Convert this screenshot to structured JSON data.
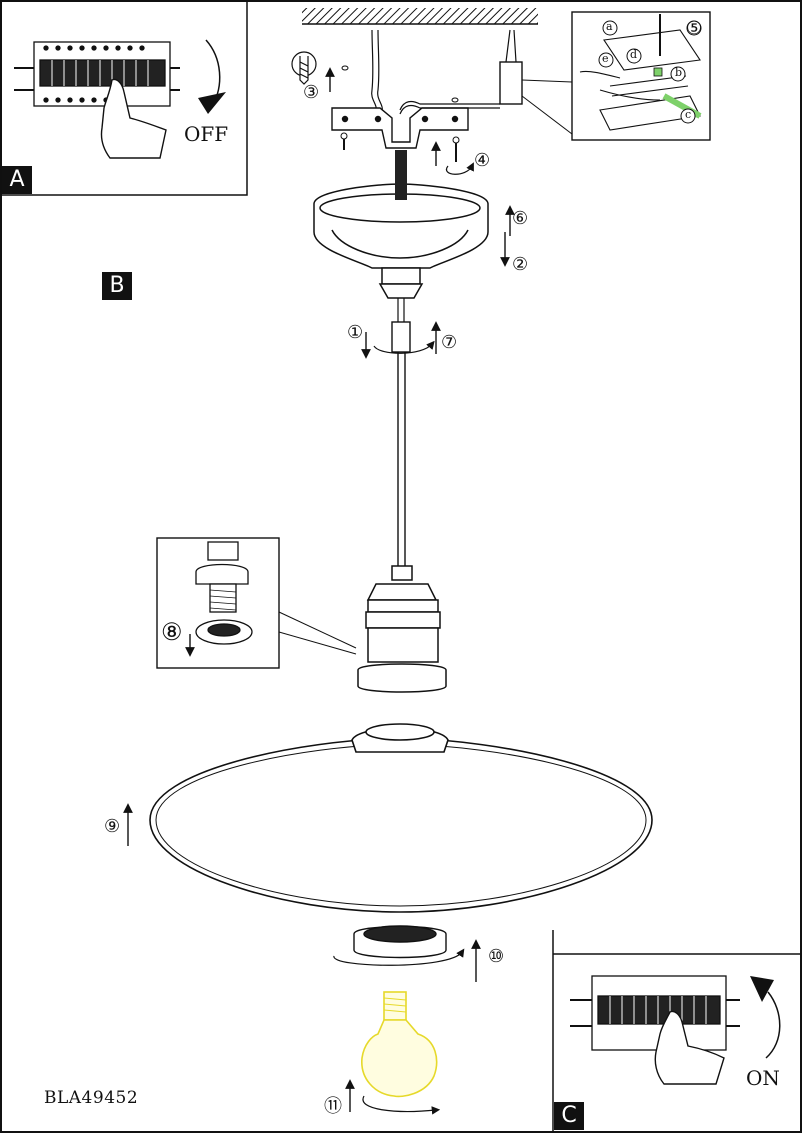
{
  "panels": {
    "A": {
      "badge": "A",
      "switch_label": "OFF"
    },
    "B": {
      "badge": "B"
    },
    "C": {
      "badge": "C",
      "switch_label": "ON"
    }
  },
  "steps": [
    "①",
    "②",
    "③",
    "④",
    "⑤",
    "⑥",
    "⑦",
    "⑧",
    "⑨",
    "⑩",
    "⑪"
  ],
  "callouts": [
    "a",
    "b",
    "c",
    "d",
    "e"
  ],
  "model_code": "BLA49452",
  "colors": {
    "line": "#111111",
    "bulb": "#f3ef5a",
    "wire_green": "#7ed16a"
  }
}
